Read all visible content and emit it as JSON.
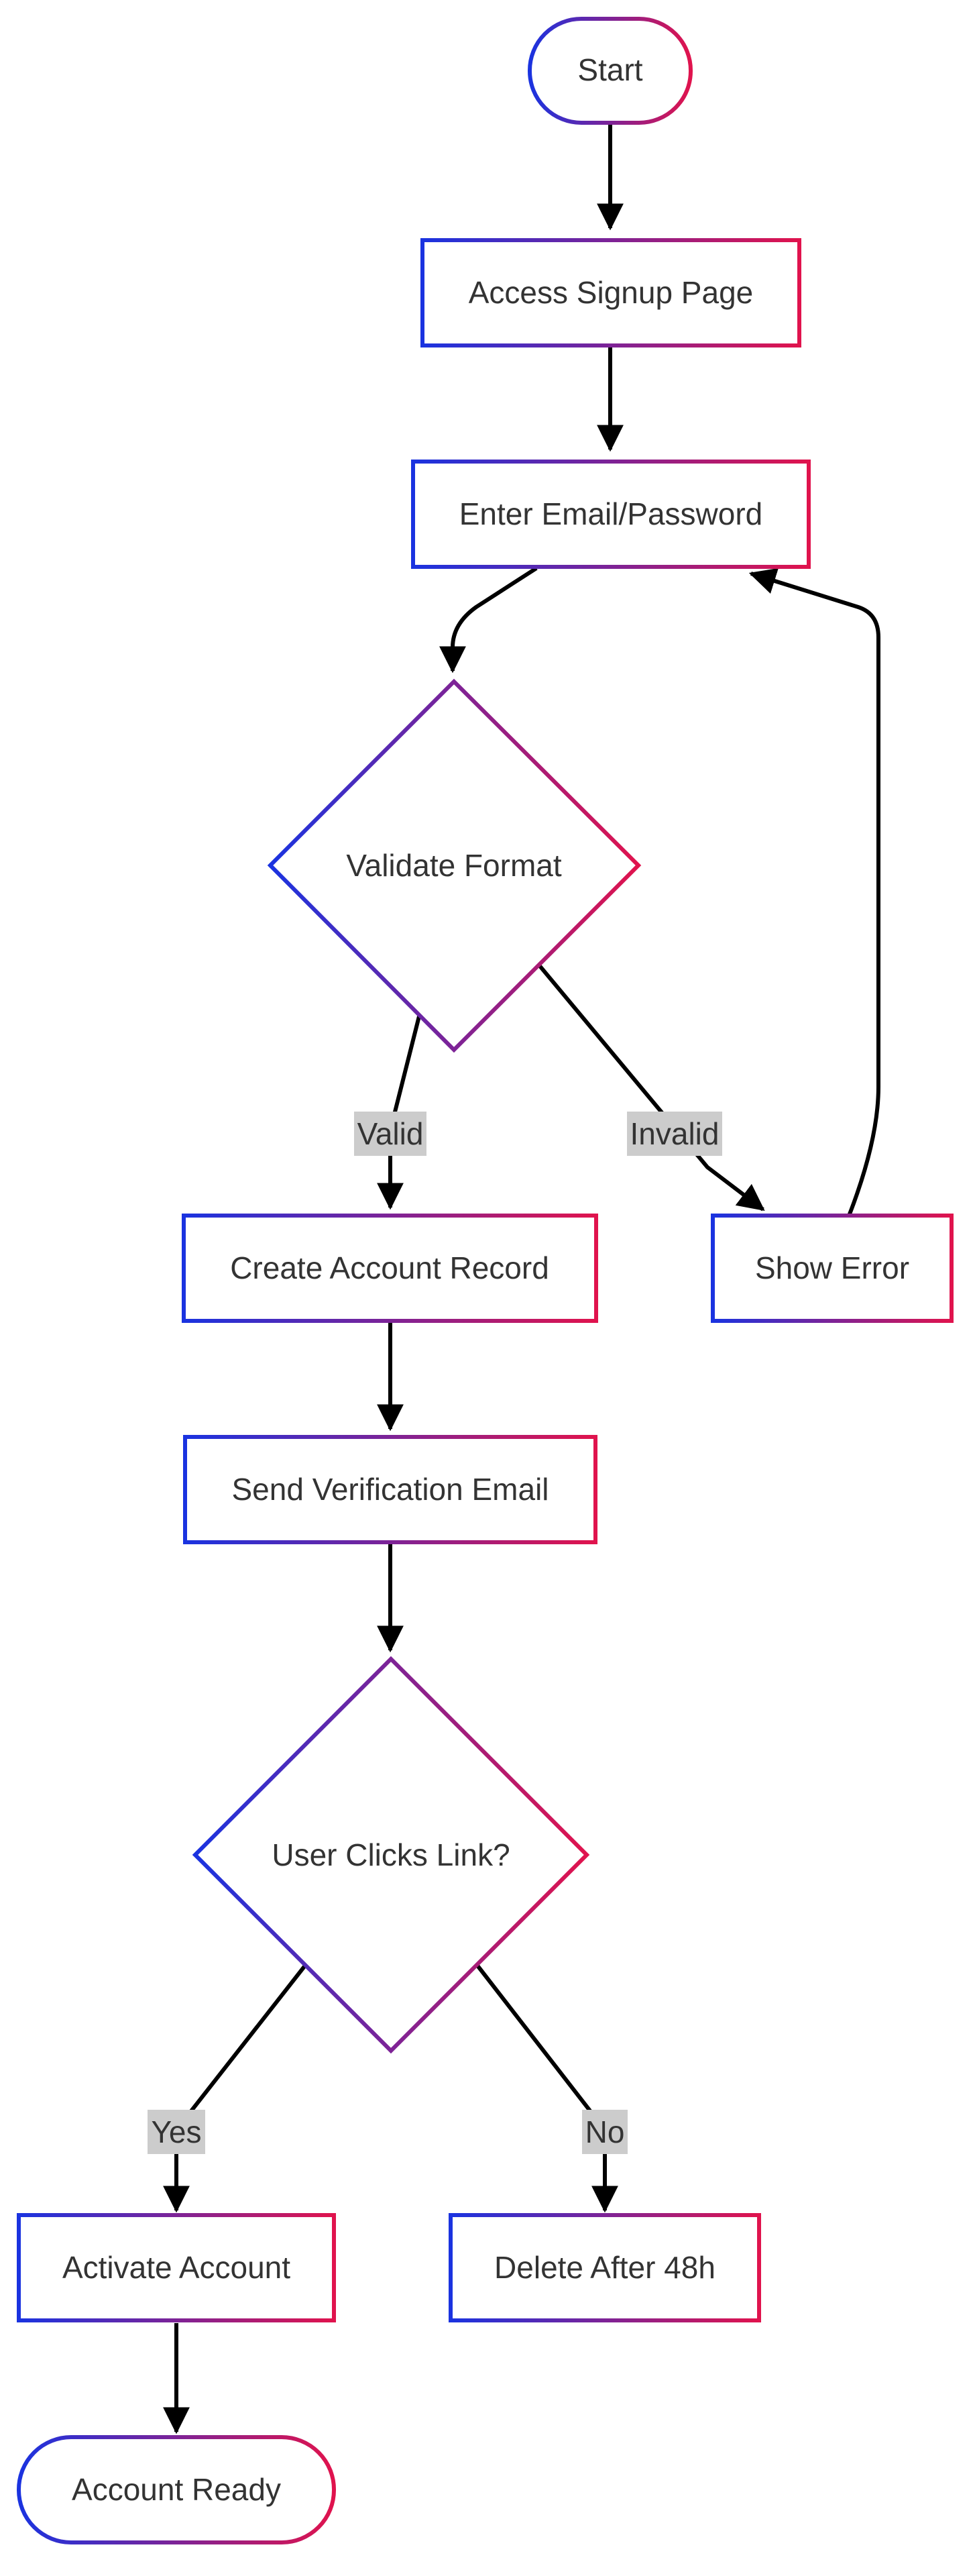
{
  "diagram": {
    "gradient": {
      "start": "#1a33e0",
      "end": "#e0134d"
    },
    "nodes": {
      "start": "Start",
      "access_signup": "Access Signup Page",
      "enter_credentials": "Enter Email/Password",
      "validate_format": "Validate Format",
      "create_account": "Create Account Record",
      "show_error": "Show Error",
      "send_verification": "Send Verification Email",
      "user_clicks": "User Clicks Link?",
      "activate_account": "Activate Account",
      "delete_after": "Delete After 48h",
      "account_ready": "Account Ready"
    },
    "edge_labels": {
      "valid": "Valid",
      "invalid": "Invalid",
      "yes": "Yes",
      "no": "No"
    },
    "label_background": "#cccccc"
  }
}
